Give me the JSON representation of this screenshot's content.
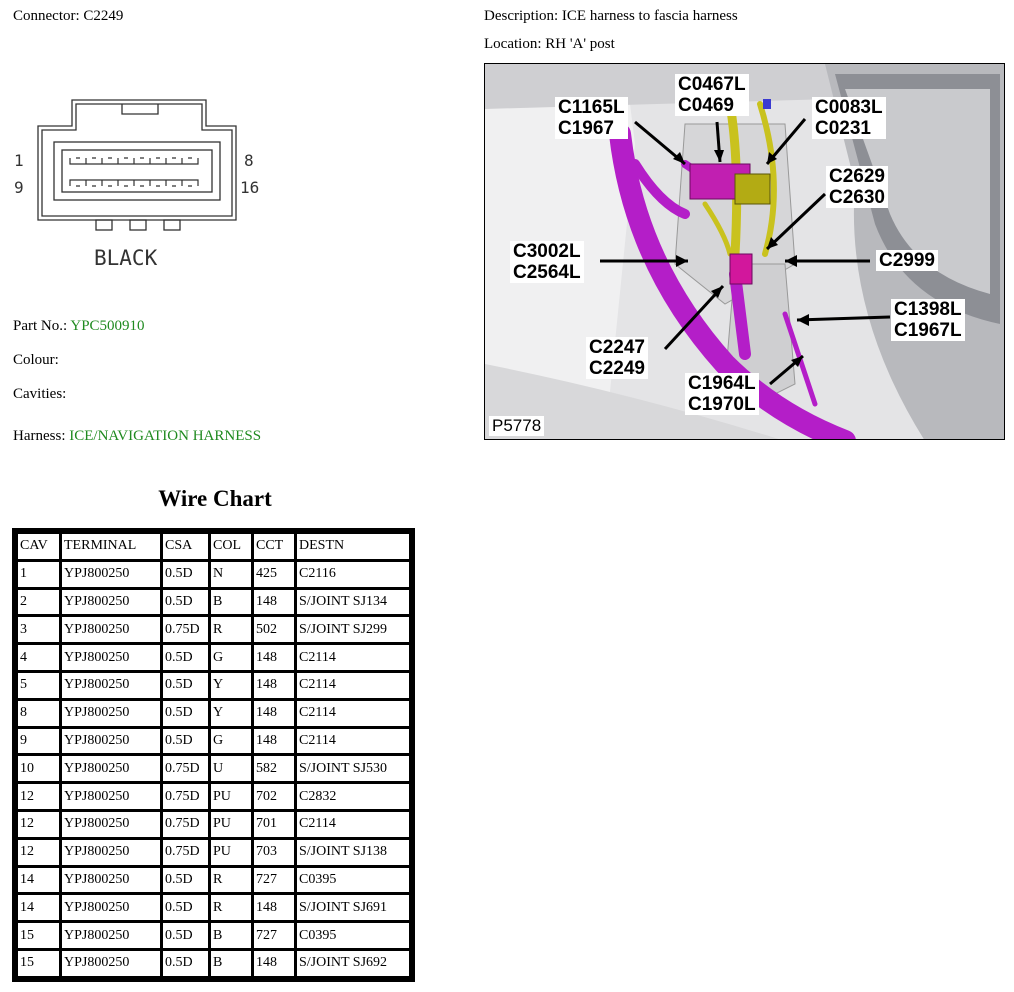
{
  "connector": {
    "label": "Connector:",
    "value": "C2249",
    "pin_labels": {
      "top_left": "1",
      "bottom_left": "9",
      "top_right": "8",
      "bottom_right": "16"
    },
    "housing_colour_text": "BLACK"
  },
  "description": {
    "label": "Description:",
    "value": "ICE harness to fascia harness"
  },
  "location": {
    "label": "Location:",
    "value": "RH 'A' post"
  },
  "part_no": {
    "label": "Part No.:",
    "value": "YPC500910"
  },
  "colour": {
    "label": "Colour:",
    "value": ""
  },
  "cavities": {
    "label": "Cavities:",
    "value": ""
  },
  "harness": {
    "label": "Harness:",
    "value": "ICE/NAVIGATION HARNESS"
  },
  "photo": {
    "id": "P5778",
    "callouts": {
      "c1165l": "C1165L\nC1967",
      "c0467l": "C0467L\nC0469",
      "c0083l": "C0083L\nC0231",
      "c2629": "C2629\nC2630",
      "c3002l": "C3002L\nC2564L",
      "c2999": "C2999",
      "c1398l": "C1398L\nC1967L",
      "c2247": "C2247\nC2249",
      "c1964l": "C1964L\nC1970L"
    }
  },
  "wire_chart": {
    "title": "Wire Chart",
    "headers": [
      "CAV",
      "TERMINAL",
      "CSA",
      "COL",
      "CCT",
      "DESTN"
    ],
    "rows": [
      [
        "1",
        "YPJ800250",
        "0.5D",
        "N",
        "425",
        "C2116"
      ],
      [
        "2",
        "YPJ800250",
        "0.5D",
        "B",
        "148",
        "S/JOINT SJ134"
      ],
      [
        "3",
        "YPJ800250",
        "0.75D",
        "R",
        "502",
        "S/JOINT SJ299"
      ],
      [
        "4",
        "YPJ800250",
        "0.5D",
        "G",
        "148",
        "C2114"
      ],
      [
        "5",
        "YPJ800250",
        "0.5D",
        "Y",
        "148",
        "C2114"
      ],
      [
        "8",
        "YPJ800250",
        "0.5D",
        "Y",
        "148",
        "C2114"
      ],
      [
        "9",
        "YPJ800250",
        "0.5D",
        "G",
        "148",
        "C2114"
      ],
      [
        "10",
        "YPJ800250",
        "0.75D",
        "U",
        "582",
        "S/JOINT SJ530"
      ],
      [
        "12",
        "YPJ800250",
        "0.75D",
        "PU",
        "702",
        "C2832"
      ],
      [
        "12",
        "YPJ800250",
        "0.75D",
        "PU",
        "701",
        "C2114"
      ],
      [
        "12",
        "YPJ800250",
        "0.75D",
        "PU",
        "703",
        "S/JOINT SJ138"
      ],
      [
        "14",
        "YPJ800250",
        "0.5D",
        "R",
        "727",
        "C0395"
      ],
      [
        "14",
        "YPJ800250",
        "0.5D",
        "R",
        "148",
        "S/JOINT SJ691"
      ],
      [
        "15",
        "YPJ800250",
        "0.5D",
        "B",
        "727",
        "C0395"
      ],
      [
        "15",
        "YPJ800250",
        "0.5D",
        "B",
        "148",
        "S/JOINT SJ692"
      ]
    ]
  },
  "colors": {
    "value_green": "#1f8a1f",
    "harness_magenta": "#b41ec8",
    "harness_yellow": "#c9c21e"
  }
}
